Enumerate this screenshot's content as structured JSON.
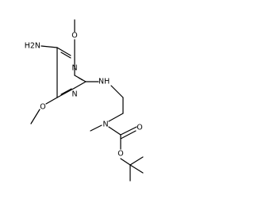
{
  "molecule": {
    "atom_labels": {
      "amine": "H2N",
      "methoxy_o_top": "O",
      "methoxy_o_bottom": "O",
      "ring_n_upper": "N",
      "ring_n_lower": "N",
      "secondary_amine": "NH",
      "carbamate_n": "N",
      "carbonyl_o": "O",
      "ester_o": "O"
    }
  }
}
